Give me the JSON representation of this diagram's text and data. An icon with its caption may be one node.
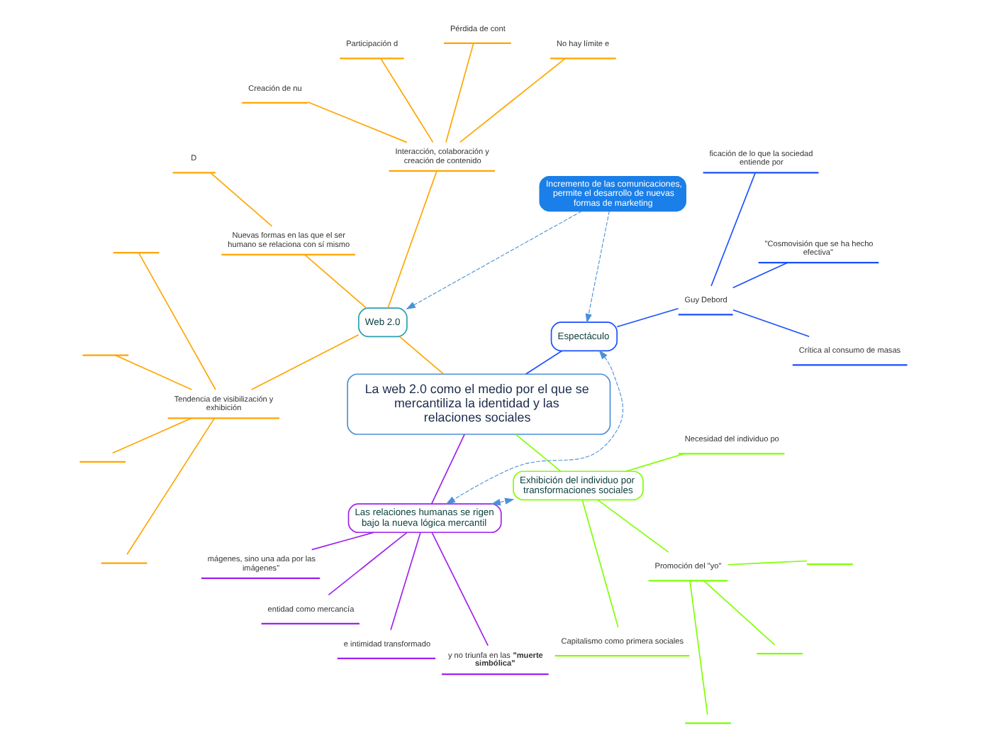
{
  "diagram": {
    "nodes": [
      {
        "text": [
          "La web 2.0 como el medio por el que se mercantiliza la identidad y las relaciones sociales"
        ]
      },
      {
        "text": [
          "Espectáculo"
        ]
      },
      {
        "text": [
          "Guy Debord"
        ]
      },
      {
        "text": [
          "Crítica al consumo de masas"
        ]
      },
      {
        "text": [
          "\"Cosmovisión que se ha hecho efectiva\""
        ]
      },
      {
        "text": [
          "ficación de lo que la sociedad entiende por"
        ]
      },
      {
        "text": [
          "Web 2.0"
        ]
      },
      {
        "text": [
          "Interacción, colaboración y creación de contenido"
        ]
      },
      {
        "text": [
          "No hay límite e"
        ]
      },
      {
        "text": [
          "Pérdida de cont"
        ]
      },
      {
        "text": [
          "Participación d"
        ]
      },
      {
        "text": [
          "Creación de nu"
        ]
      },
      {
        "text": [
          "Nuevas formas en las que el ser humano se relaciona con sí mismo"
        ]
      },
      {
        "text": [
          "D"
        ]
      },
      {
        "text": [
          "Tendencia de visibilización y exhibición"
        ]
      },
      {
        "text": [],
        "shape": "bar"
      },
      {
        "text": [],
        "shape": "bar"
      },
      {
        "text": [],
        "shape": "bar"
      },
      {
        "text": [],
        "shape": "bar"
      },
      {
        "text": [
          "Las relaciones humanas se rigen bajo la nueva lógica mercantil"
        ]
      },
      {
        "text": [
          "mágenes, sino una ada por las imágenes\""
        ]
      },
      {
        "text": [
          "entidad como mercancía"
        ]
      },
      {
        "text": [
          "e intimidad transformado"
        ]
      },
      {
        "text": [
          "y no triunfa en las **\"muerte simbólica\"**"
        ]
      },
      {
        "text": [
          "Exhibición del individuo por transformaciones sociales"
        ]
      },
      {
        "text": [
          "Capitalismo como primera sociales"
        ]
      },
      {
        "text": [
          "Promoción del \"yo\""
        ]
      },
      {
        "text": [],
        "shape": "bar"
      },
      {
        "text": [],
        "shape": "bar"
      },
      {
        "text": [],
        "shape": "bar"
      },
      {
        "text": [
          "Necesidad del individuo po"
        ]
      },
      {
        "text": [
          "Incremento de las comunicaciones, permite el desarrollo de nuevas formas de marketing"
        ]
      }
    ],
    "edges": [
      {
        "from": 0,
        "to": 1,
        "arrow": "none",
        "color": "#1a4fff"
      },
      {
        "from": 1,
        "to": 2,
        "arrow": "none",
        "color": "#1a4fff"
      },
      {
        "from": 2,
        "to": 3,
        "arrow": "none",
        "color": "#1a4fff"
      },
      {
        "from": 2,
        "to": 4,
        "arrow": "none",
        "color": "#1a4fff"
      },
      {
        "from": 2,
        "to": 5,
        "arrow": "none",
        "color": "#1a4fff"
      },
      {
        "from": 0,
        "to": 6,
        "arrow": "none",
        "color": "#ffa500"
      },
      {
        "from": 6,
        "to": 7,
        "arrow": "none",
        "color": "#ffa500"
      },
      {
        "from": 7,
        "to": 8,
        "arrow": "none",
        "color": "#ffa500"
      },
      {
        "from": 7,
        "to": 9,
        "arrow": "none",
        "color": "#ffa500"
      },
      {
        "from": 7,
        "to": 10,
        "arrow": "none",
        "color": "#ffa500"
      },
      {
        "from": 7,
        "to": 11,
        "arrow": "none",
        "color": "#ffa500"
      },
      {
        "from": 6,
        "to": 12,
        "arrow": "none",
        "color": "#ffa500"
      },
      {
        "from": 12,
        "to": 13,
        "arrow": "none",
        "color": "#ffa500"
      },
      {
        "from": 6,
        "to": 14,
        "arrow": "none",
        "color": "#ffa500"
      },
      {
        "from": 14,
        "to": 15,
        "arrow": "none",
        "color": "#ffa500"
      },
      {
        "from": 14,
        "to": 16,
        "arrow": "none",
        "color": "#ffa500"
      },
      {
        "from": 14,
        "to": 17,
        "arrow": "none",
        "color": "#ffa500"
      },
      {
        "from": 14,
        "to": 18,
        "arrow": "none",
        "color": "#ffa500"
      },
      {
        "from": 0,
        "to": 19,
        "arrow": "none",
        "color": "#a020f0"
      },
      {
        "from": 19,
        "to": 20,
        "arrow": "none",
        "color": "#a020f0"
      },
      {
        "from": 19,
        "to": 21,
        "arrow": "none",
        "color": "#a020f0"
      },
      {
        "from": 19,
        "to": 22,
        "arrow": "none",
        "color": "#a020f0"
      },
      {
        "from": 19,
        "to": 23,
        "arrow": "none",
        "color": "#a020f0"
      },
      {
        "from": 0,
        "to": 24,
        "arrow": "none",
        "color": "#7fff00"
      },
      {
        "from": 24,
        "to": 25,
        "arrow": "none",
        "color": "#7fff00"
      },
      {
        "from": 24,
        "to": 26,
        "arrow": "none",
        "color": "#7fff00"
      },
      {
        "from": 26,
        "to": 27,
        "arrow": "none",
        "color": "#7fff00"
      },
      {
        "from": 26,
        "to": 28,
        "arrow": "none",
        "color": "#7fff00"
      },
      {
        "from": 26,
        "to": 29,
        "arrow": "none",
        "color": "#7fff00"
      },
      {
        "from": 24,
        "to": 30,
        "arrow": "none",
        "color": "#7fff00"
      },
      {
        "from": 31,
        "to": 1,
        "arrow": "to",
        "style": "dashed",
        "color": "#4a90d9"
      },
      {
        "from": 31,
        "to": 6,
        "arrow": "to",
        "style": "dashed",
        "color": "#4a90d9"
      },
      {
        "from": 1,
        "to": 19,
        "arrow": "both",
        "style": "dashed",
        "color": "#4a90d9"
      },
      {
        "from": 19,
        "to": 24,
        "arrow": "both",
        "style": "dashed",
        "color": "#4a90d9"
      }
    ]
  }
}
